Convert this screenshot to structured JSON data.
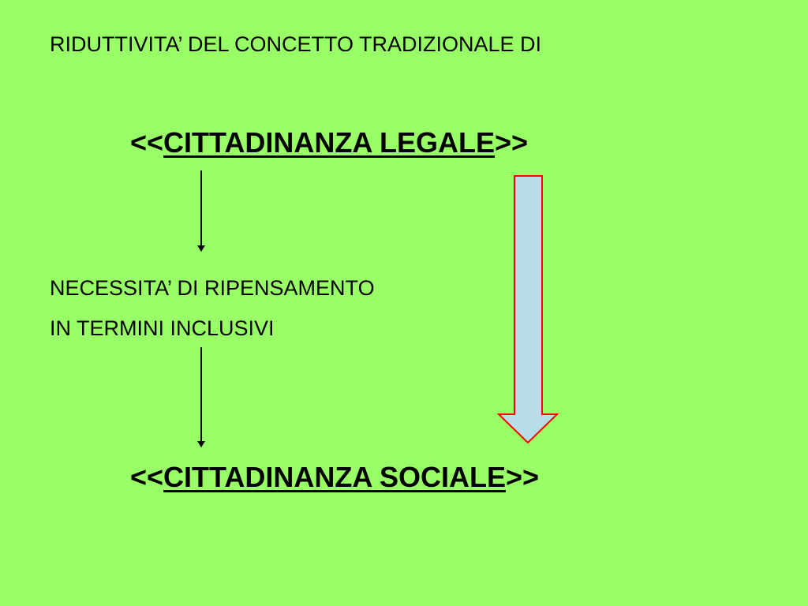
{
  "slide": {
    "background_color": "#99ff66",
    "heading": "RIDUTTIVITA’ DEL CONCETTO TRADIZIONALE DI",
    "legal_citizenship": {
      "open": "<<",
      "term": "CITTADINANZA LEGALE",
      "close": ">>"
    },
    "rethink_lines": [
      "NECESSITA’ DI RIPENSAMENTO",
      "IN TERMINI INCLUSIVI"
    ],
    "social_citizenship": {
      "open": "<<",
      "term": "CITTADINANZA SOCIALE",
      "close": ">>"
    },
    "big_arrow": {
      "fill_color": "#b7dde8",
      "stroke_color": "#ff0000"
    }
  }
}
